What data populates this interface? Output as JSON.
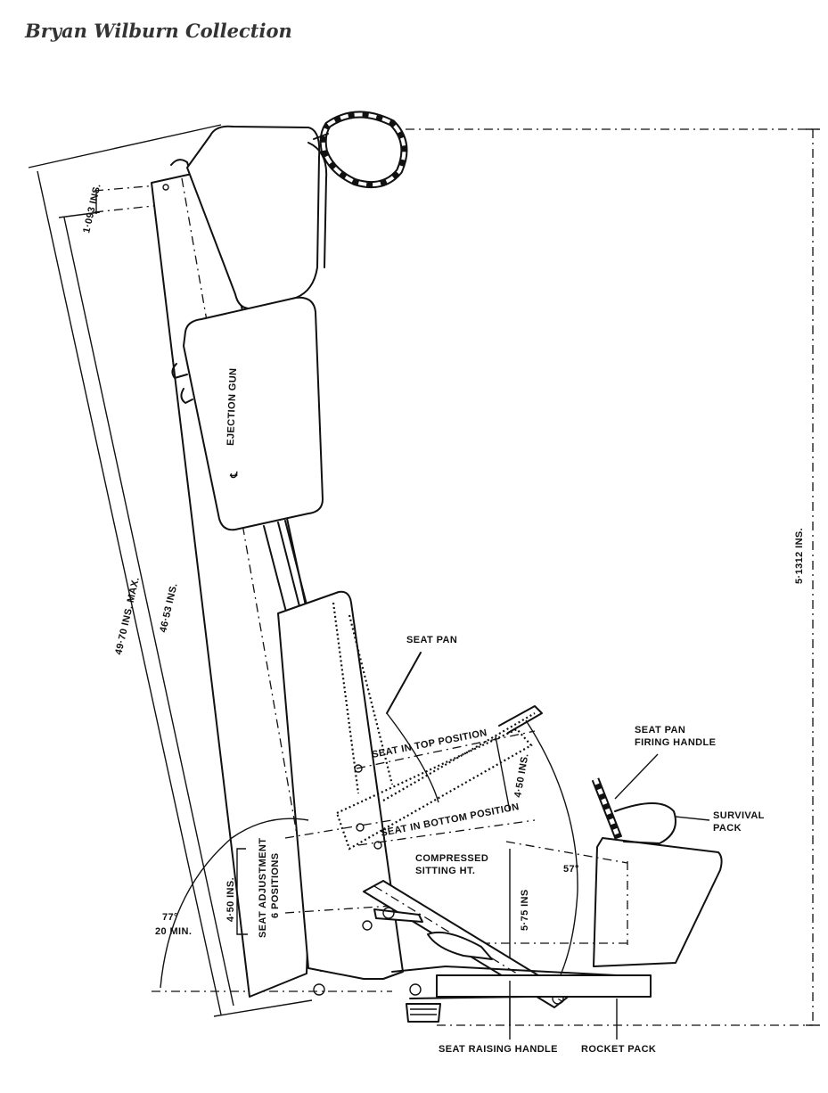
{
  "watermark": "Bryan Wilburn Collection",
  "labels": {
    "ejection_gun": "EJECTION GUN",
    "centerline_symbol": "℄",
    "seat_pan": "SEAT PAN",
    "seat_in_top_position": "SEAT IN TOP POSITION",
    "seat_in_bottom_position": "SEAT IN BOTTOM POSITION",
    "seat_pan_firing_handle_1": "SEAT PAN",
    "seat_pan_firing_handle_2": "FIRING HANDLE",
    "survival_pack_1": "SURVIVAL",
    "survival_pack_2": "PACK",
    "compressed_sitting_ht_1": "COMPRESSED",
    "compressed_sitting_ht_2": "SITTING HT.",
    "seat_adjustment_1": "SEAT ADJUSTMENT",
    "seat_adjustment_2": "6 POSITIONS",
    "seat_raising_handle": "SEAT RAISING HANDLE",
    "rocket_pack": "ROCKET PACK"
  },
  "dimensions": {
    "headbox_offset": "1·093 INS.",
    "overall_max": "49·70 INS. MAX.",
    "rail_length": "46·53 INS.",
    "overall_height": "5·1312 INS.",
    "seat_travel": "4·50 INS.",
    "adjustment_travel": "4·50 INS.",
    "pan_height": "5·75 INS",
    "pan_angle": "57°",
    "recline_angle_1": "77°",
    "recline_angle_2": "20 MIN."
  }
}
